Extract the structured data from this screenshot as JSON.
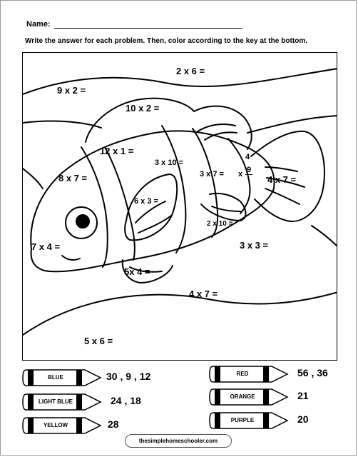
{
  "header": {
    "name_label": "Name:",
    "instructions": "Write the answer for each problem. Then, color according to the key at the bottom."
  },
  "problems": [
    "2 x 6 =",
    "9 x 2 =",
    "10 x 2 =",
    "12 x 1 =",
    "3 x 10 =",
    "3 x 7 =",
    "x",
    "4",
    "9",
    "4 x 7 =",
    "8 x 7 =",
    "6 x 3 =",
    "2 x 10 =",
    "7 x 4 =",
    "3 x 3 =",
    "5x 4 =",
    "4 x 7 =",
    "5 x 6 ="
  ],
  "key": [
    {
      "color_name": "BLUE",
      "values": "30 , 9 , 12",
      "color": "#000000"
    },
    {
      "color_name": "LIGHT BLUE",
      "values": "24 , 18",
      "color": "#000000"
    },
    {
      "color_name": "YELLOW",
      "values": "28",
      "color": "#000000"
    },
    {
      "color_name": "RED",
      "values": "56 , 36",
      "color": "#000000"
    },
    {
      "color_name": "ORANGE",
      "values": "21",
      "color": "#000000"
    },
    {
      "color_name": "PURPLE",
      "values": "20",
      "color": "#000000"
    }
  ],
  "footer": {
    "website": "thesimplehomeschooler.com"
  }
}
